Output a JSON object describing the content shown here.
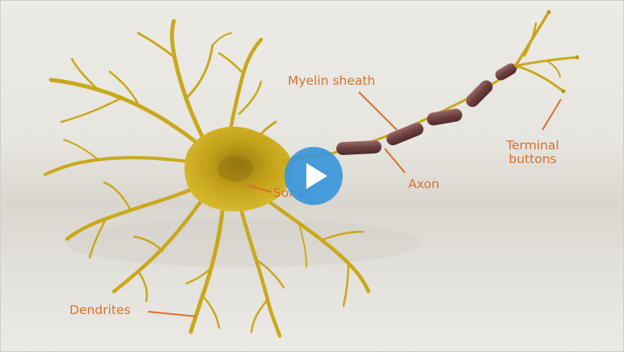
{
  "labels": {
    "myelin_sheath": "Myelin sheath",
    "axon": "Axon",
    "soma": "Soma",
    "terminal_buttons_line1": "Terminal",
    "terminal_buttons_line2": "buttons",
    "dendrites": "Dendrites"
  },
  "colors": {
    "label": "#d9702e",
    "neuron": "#c9a81c",
    "myelin": "#7a4b4b",
    "play_button": "#3a96db"
  },
  "controls": {
    "play_icon": "play-icon"
  }
}
